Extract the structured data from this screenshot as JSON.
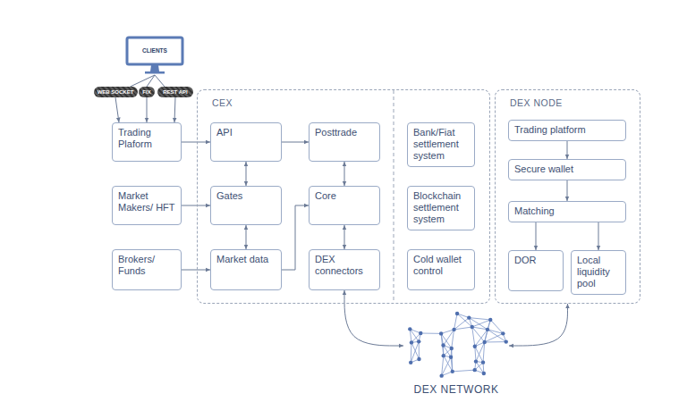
{
  "diagram": {
    "nodes": [
      {
        "text": [
          "CLIENTS"
        ]
      },
      {
        "text": [
          "WEB SOCKET"
        ]
      },
      {
        "text": [
          "FIX"
        ]
      },
      {
        "text": [
          "REST API"
        ]
      },
      {
        "text": [
          "Trading Plaform"
        ]
      },
      {
        "text": [
          "Market Makers/ HFT"
        ]
      },
      {
        "text": [
          "Brokers/ Funds"
        ]
      },
      {
        "text": [
          "CEX"
        ]
      },
      {
        "text": [
          "API"
        ],
        "in": 7
      },
      {
        "text": [
          "Posttrade"
        ],
        "in": 7
      },
      {
        "text": [
          "Bank/Fiat settlement system"
        ],
        "in": 7
      },
      {
        "text": [
          "Gates"
        ],
        "in": 7
      },
      {
        "text": [
          "Core"
        ],
        "in": 7
      },
      {
        "text": [
          "Blockchain settlement system"
        ],
        "in": 7
      },
      {
        "text": [
          "Market data"
        ],
        "in": 7
      },
      {
        "text": [
          "DEX connectors"
        ],
        "in": 7
      },
      {
        "text": [
          "Cold wallet control"
        ],
        "in": 7
      },
      {
        "text": [
          "DEX NODE"
        ]
      },
      {
        "text": [
          "Trading platform"
        ],
        "in": 17
      },
      {
        "text": [
          "Secure wallet"
        ],
        "in": 17
      },
      {
        "text": [
          "Matching"
        ],
        "in": 17
      },
      {
        "text": [
          "DOR"
        ],
        "in": 17
      },
      {
        "text": [
          "Local liquidity pool"
        ],
        "in": 17
      },
      {
        "text": [
          "DEX NETWORK"
        ]
      }
    ],
    "edges": [
      {
        "from": 0,
        "to": 1,
        "arrow": "none"
      },
      {
        "from": 0,
        "to": 2,
        "arrow": "none"
      },
      {
        "from": 0,
        "to": 3,
        "arrow": "none"
      },
      {
        "from": 1,
        "to": 4,
        "arrow": "to"
      },
      {
        "from": 2,
        "to": 4,
        "arrow": "to"
      },
      {
        "from": 3,
        "to": 4,
        "arrow": "to"
      },
      {
        "from": 4,
        "to": 8,
        "arrow": "to"
      },
      {
        "from": 5,
        "to": 11,
        "arrow": "to"
      },
      {
        "from": 6,
        "to": 14,
        "arrow": "to"
      },
      {
        "from": 8,
        "to": 9,
        "arrow": "to"
      },
      {
        "from": 8,
        "to": 11,
        "arrow": "both"
      },
      {
        "from": 11,
        "to": 14,
        "arrow": "both"
      },
      {
        "from": 9,
        "to": 12,
        "arrow": "both"
      },
      {
        "from": 12,
        "to": 15,
        "arrow": "both"
      },
      {
        "from": 14,
        "to": 12,
        "arrow": "to"
      },
      {
        "from": 18,
        "to": 19,
        "arrow": "to"
      },
      {
        "from": 19,
        "to": 20,
        "arrow": "to"
      },
      {
        "from": 20,
        "to": 21,
        "arrow": "to"
      },
      {
        "from": 20,
        "to": 22,
        "arrow": "to"
      },
      {
        "from": 15,
        "to": 23,
        "arrow": "both"
      },
      {
        "from": 17,
        "to": 23,
        "arrow": "both"
      }
    ]
  }
}
